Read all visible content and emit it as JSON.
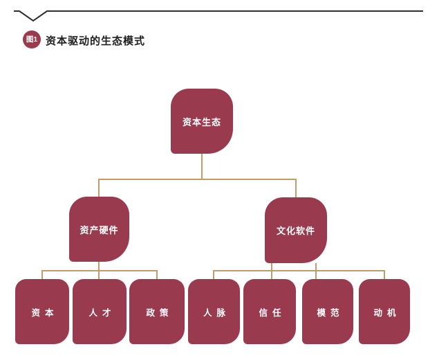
{
  "header": {
    "badge": "图1",
    "title": "资本驱动的生态模式"
  },
  "colors": {
    "box": "#9a3a4e",
    "connector": "#c49b68",
    "rule": "#2e2e2e",
    "title_text": "#1d1d1d",
    "box_text": "#ffffff"
  },
  "tree": {
    "root": {
      "label": "资本生态"
    },
    "branches": [
      {
        "label": "资产硬件",
        "children": [
          {
            "label": "资本"
          },
          {
            "label": "人才"
          },
          {
            "label": "政策"
          }
        ]
      },
      {
        "label": "文化软件",
        "children": [
          {
            "label": "人脉"
          },
          {
            "label": "信任"
          },
          {
            "label": "模范"
          },
          {
            "label": "动机"
          }
        ]
      }
    ]
  }
}
